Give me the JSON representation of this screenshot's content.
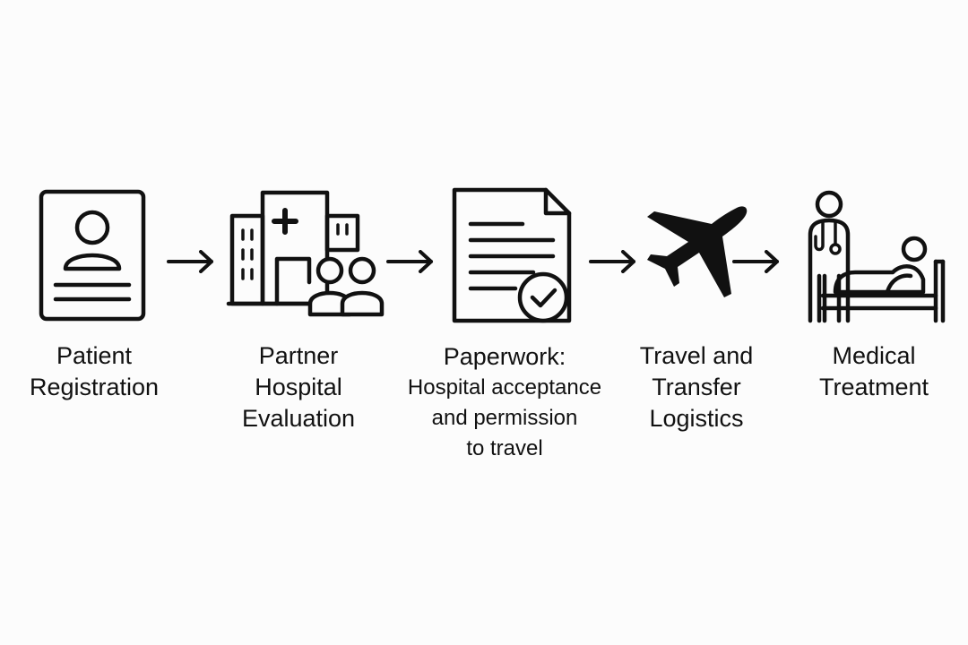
{
  "steps": [
    {
      "icon": "patient-id-card-icon",
      "lines": [
        "Patient",
        "Registration"
      ]
    },
    {
      "icon": "hospital-with-people-icon",
      "lines": [
        "Partner",
        "Hospital",
        "Evaluation"
      ]
    },
    {
      "icon": "document-check-icon",
      "lines": [
        "Paperwork:",
        "Hospital acceptance",
        "and permission",
        "to travel"
      ]
    },
    {
      "icon": "airplane-icon",
      "lines": [
        "Travel and",
        "Transfer",
        "Logistics"
      ]
    },
    {
      "icon": "doctor-patient-bed-icon",
      "lines": [
        "Medical",
        "Treatment"
      ]
    }
  ],
  "colors": {
    "stroke": "#111111",
    "background": "#fcfcfc"
  }
}
